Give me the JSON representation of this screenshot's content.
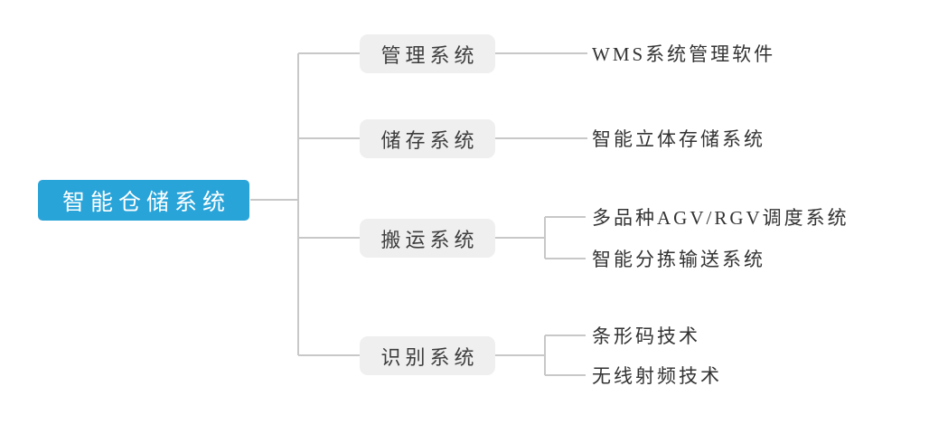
{
  "diagram": {
    "type": "mindmap-tree",
    "root": {
      "label": "智能仓储系统"
    },
    "branches": [
      {
        "label": "管理系统",
        "leaves": [
          "WMS系统管理软件"
        ]
      },
      {
        "label": "储存系统",
        "leaves": [
          "智能立体存储系统"
        ]
      },
      {
        "label": "搬运系统",
        "leaves": [
          "多品种AGV/RGV调度系统",
          "智能分拣输送系统"
        ]
      },
      {
        "label": "识别系统",
        "leaves": [
          "条形码技术",
          "无线射频技术"
        ]
      }
    ]
  },
  "colors": {
    "root_bg": "#29a4d9",
    "root_text": "#ffffff",
    "branch_bg": "#efefef",
    "branch_text": "#3d3d3d",
    "leaf_text": "#333333",
    "connector_line": "#c8c8c8",
    "background": "#ffffff"
  }
}
